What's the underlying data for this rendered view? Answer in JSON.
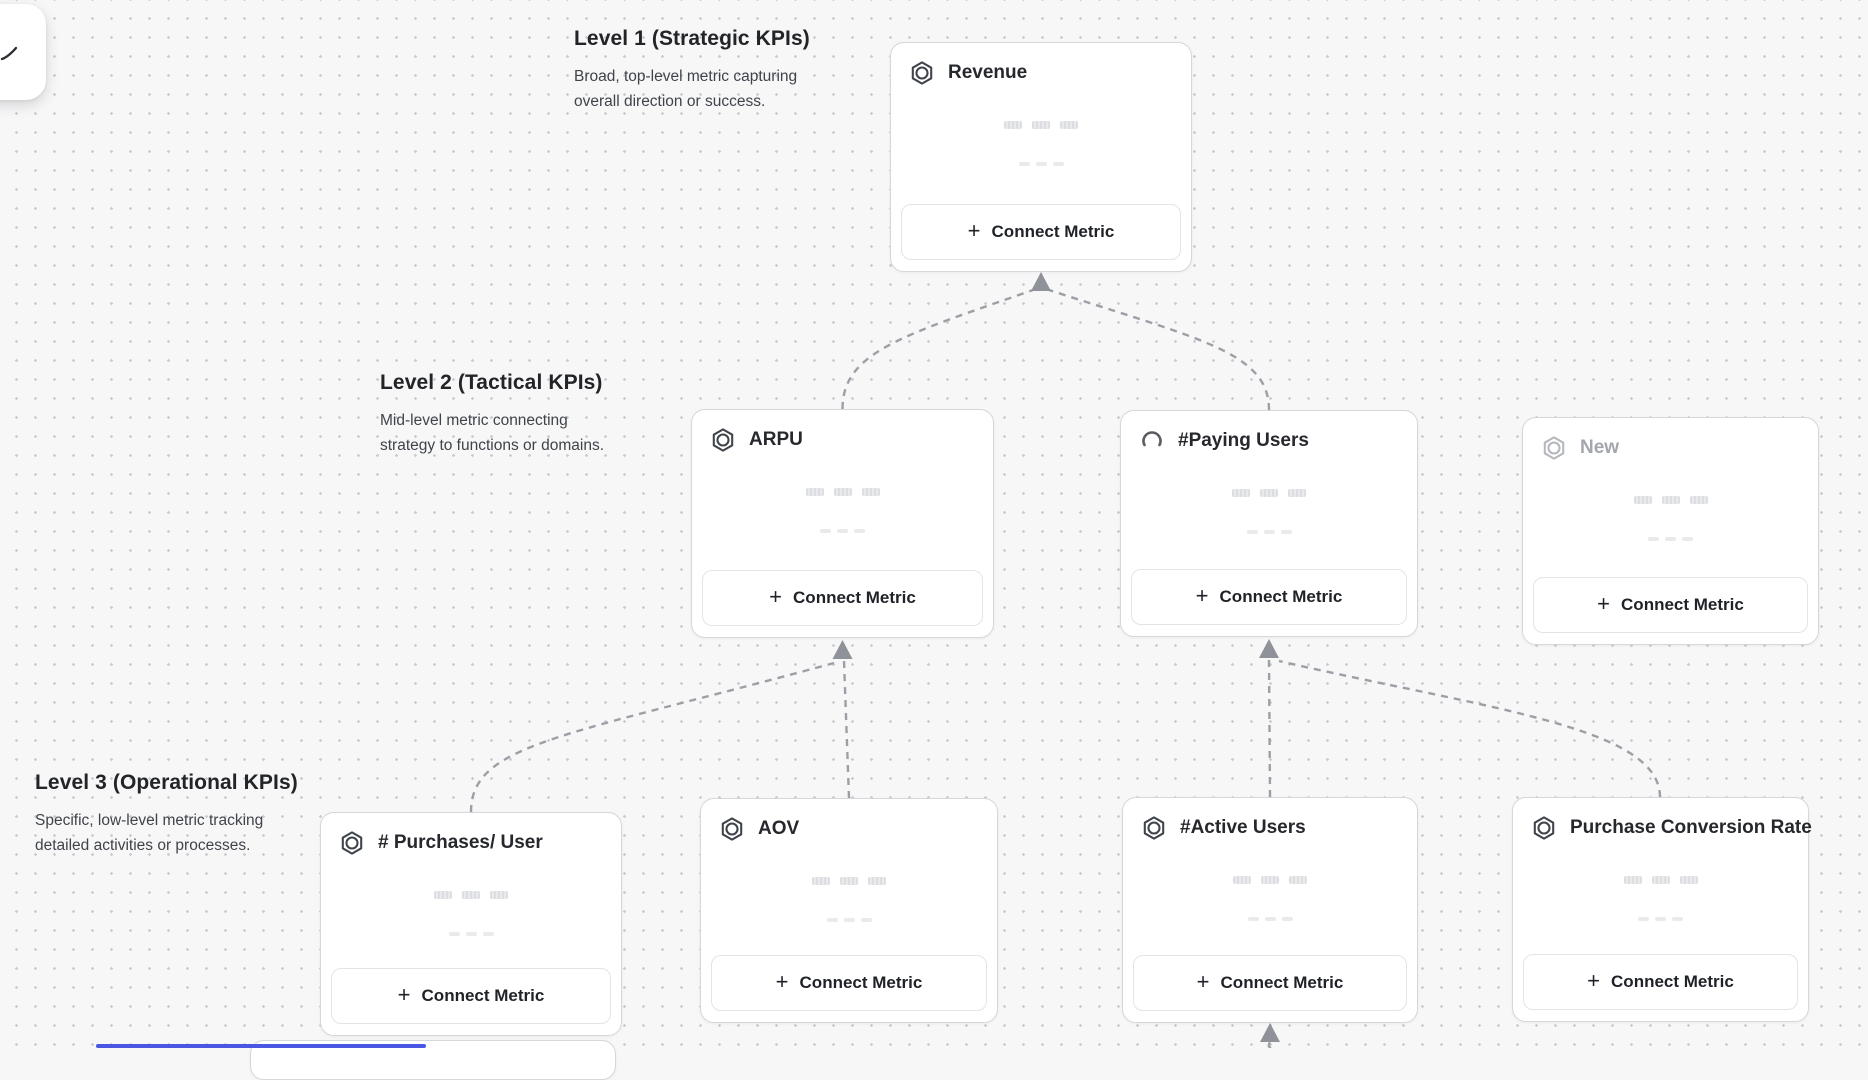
{
  "canvas": {
    "background_color": "#f7f7f8",
    "dot_color": "#c9cbce",
    "connector_color": "#9ca0a6",
    "accent_blue": "#4a57e3"
  },
  "ui": {
    "connect_metric_label": "Connect Metric",
    "plus_glyph": "+"
  },
  "levels": [
    {
      "title": "Level 1 (Strategic KPIs)",
      "desc": [
        "Broad, top-level metric capturing",
        "overall direction or success."
      ]
    },
    {
      "title": "Level 2 (Tactical KPIs)",
      "desc": [
        "Mid-level metric connecting",
        "strategy to functions or domains."
      ]
    },
    {
      "title": "Level 3 (Operational KPIs)",
      "desc": [
        "Specific, low-level metric tracking",
        "detailed activities or processes."
      ]
    }
  ],
  "cards": [
    {
      "title": "Revenue",
      "level": 1,
      "icon": "hexagon-metric"
    },
    {
      "title": "ARPU",
      "level": 2,
      "icon": "hexagon-metric"
    },
    {
      "title": "#Paying Users",
      "level": 2,
      "icon": "loading-spinner"
    },
    {
      "title": "New",
      "level": 2,
      "icon": "hexagon-metric",
      "state": "placeholder"
    },
    {
      "title": "# Purchases/ User",
      "level": 3,
      "icon": "hexagon-metric"
    },
    {
      "title": "AOV",
      "level": 3,
      "icon": "hexagon-metric"
    },
    {
      "title": "#Active Users",
      "level": 3,
      "icon": "hexagon-metric"
    },
    {
      "title": "Purchase Conversion Rate",
      "level": 3,
      "icon": "hexagon-metric"
    }
  ],
  "edges": [
    {
      "from": "ARPU",
      "to": "Revenue"
    },
    {
      "from": "#Paying Users",
      "to": "Revenue"
    },
    {
      "from": "# Purchases/ User",
      "to": "ARPU"
    },
    {
      "from": "AOV",
      "to": "ARPU"
    },
    {
      "from": "#Active Users",
      "to": "#Paying Users"
    },
    {
      "from": "Purchase Conversion Rate",
      "to": "#Paying Users"
    },
    {
      "from": "below-viewport",
      "to": "#Active Users"
    }
  ]
}
